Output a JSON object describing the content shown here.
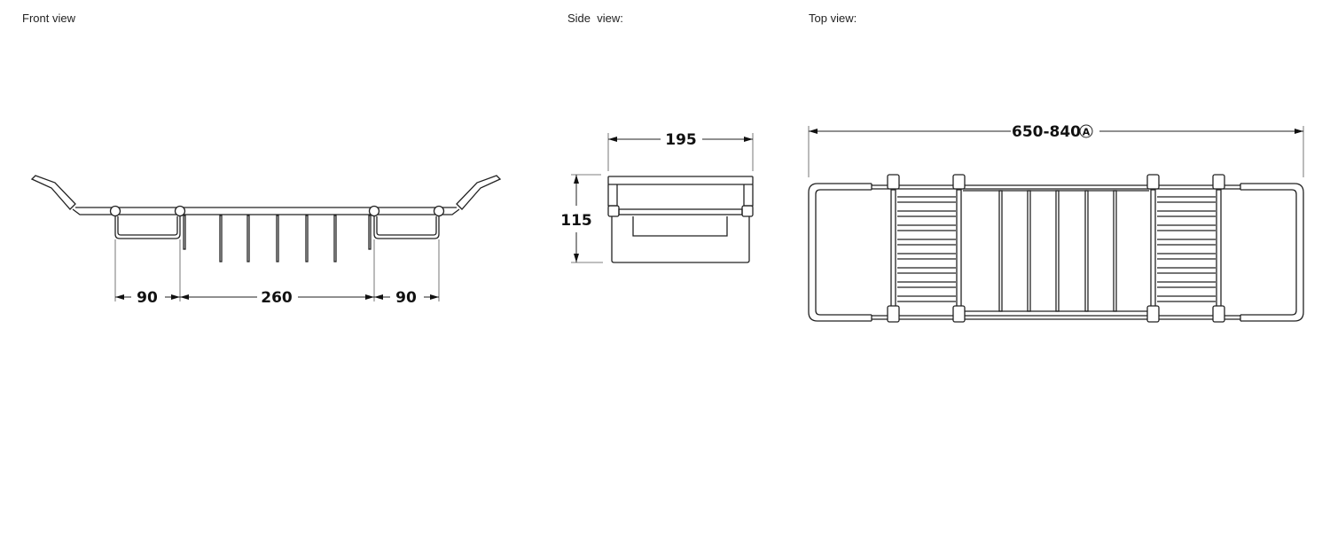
{
  "views": {
    "front": {
      "label": "Front view",
      "dims": [
        "90",
        "260",
        "90"
      ]
    },
    "side": {
      "label": "Side  view:",
      "dims": {
        "width": "195",
        "height": "115"
      }
    },
    "top": {
      "label": "Top view:",
      "dims": {
        "length": "650-840",
        "note_marker": "A"
      }
    }
  }
}
